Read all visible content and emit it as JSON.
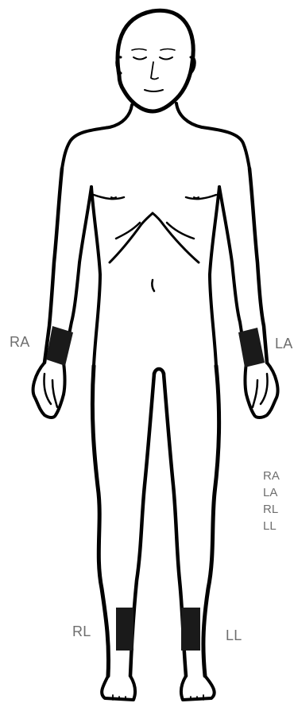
{
  "diagram": {
    "electrode_color": "#1a1a1a",
    "outline_color": "#000000",
    "label_color": "#6e6e6e",
    "labels": {
      "right_arm": "RA",
      "left_arm": "LA",
      "right_leg": "RL",
      "left_leg": "LL"
    },
    "legend": [
      "RA",
      "LA",
      "RL",
      "LL"
    ]
  }
}
